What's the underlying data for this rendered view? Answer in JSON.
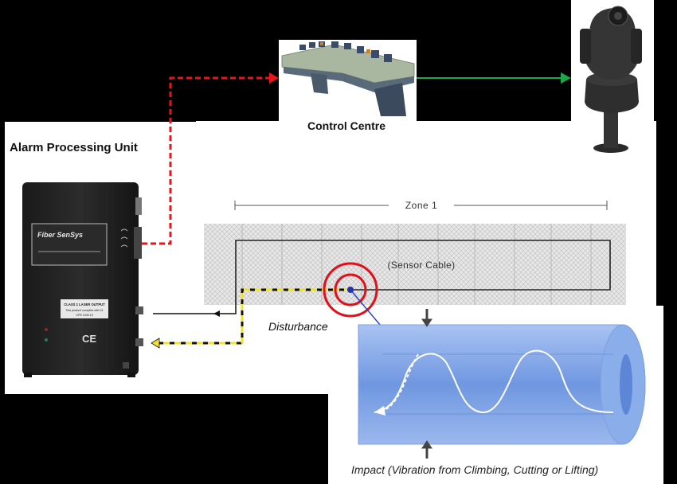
{
  "labels": {
    "alarm_unit": "Alarm Processing Unit",
    "control_centre": "Control Centre",
    "zone": "Zone 1",
    "sensor_cable": "(Sensor Cable)",
    "disturbance": "Disturbance",
    "impact": "Impact (Vibration from Climbing, Cutting or Lifting)"
  },
  "device": {
    "brand": "Fiber SenSys",
    "laser_title": "CLASS 1 LASER OUTPUT",
    "laser_line1": "This product complies with 21",
    "laser_line2": "CFR 1040.10",
    "ce_mark": "CE"
  },
  "colors": {
    "alarm_link": "#e8161b",
    "camera_link": "#1ba84a",
    "cable_yellow": "#f2e22a",
    "cable_blue": "#7fa7e6",
    "target_ring": "#e0101a"
  }
}
